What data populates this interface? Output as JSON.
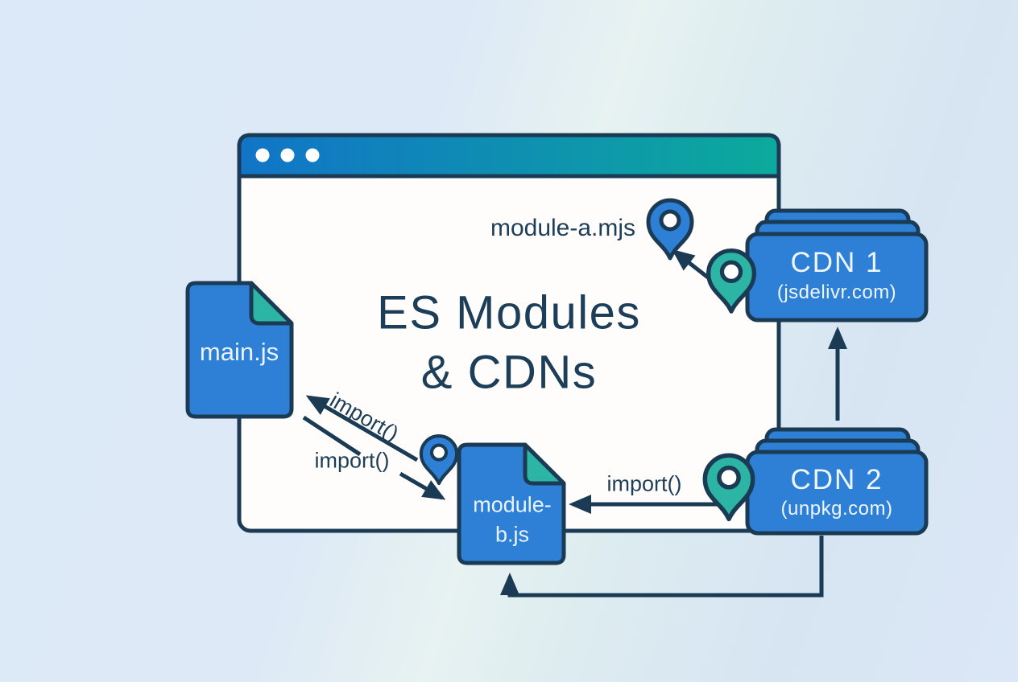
{
  "title": {
    "line1": "ES Modules",
    "line2": "& CDNs"
  },
  "window": {
    "type": "browser-mockup",
    "dot_count": 3
  },
  "nodes": {
    "main_js": {
      "label": "main.js"
    },
    "module_a": {
      "label": "module-a.mjs"
    },
    "module_b": {
      "line1": "module-",
      "line2": "b.js"
    },
    "cdn1": {
      "name": "CDN 1",
      "host": "(jsdelivr.com)"
    },
    "cdn2": {
      "name": "CDN 2",
      "host": "(unpkg.com)"
    }
  },
  "edges": {
    "module_b_to_main": {
      "label": "import()"
    },
    "main_to_module_b": {
      "label": "import()"
    },
    "cdn2_to_module_b": {
      "label": "import()"
    }
  },
  "icons": {
    "pins": [
      "blue-pin-module-a",
      "teal-pin-cdn1",
      "teal-pin-cdn2",
      "blue-pin-module-b"
    ]
  },
  "colors": {
    "background": "#dbe8f7",
    "ink": "#1b3b55",
    "node_blue": "#2e7fd6",
    "accent_teal": "#2cb5a4",
    "titlebar_gradient_left": "#1174c7",
    "titlebar_gradient_right": "#0caa9c",
    "window_white": "#fffdfc",
    "light_text": "#eef6fc"
  }
}
